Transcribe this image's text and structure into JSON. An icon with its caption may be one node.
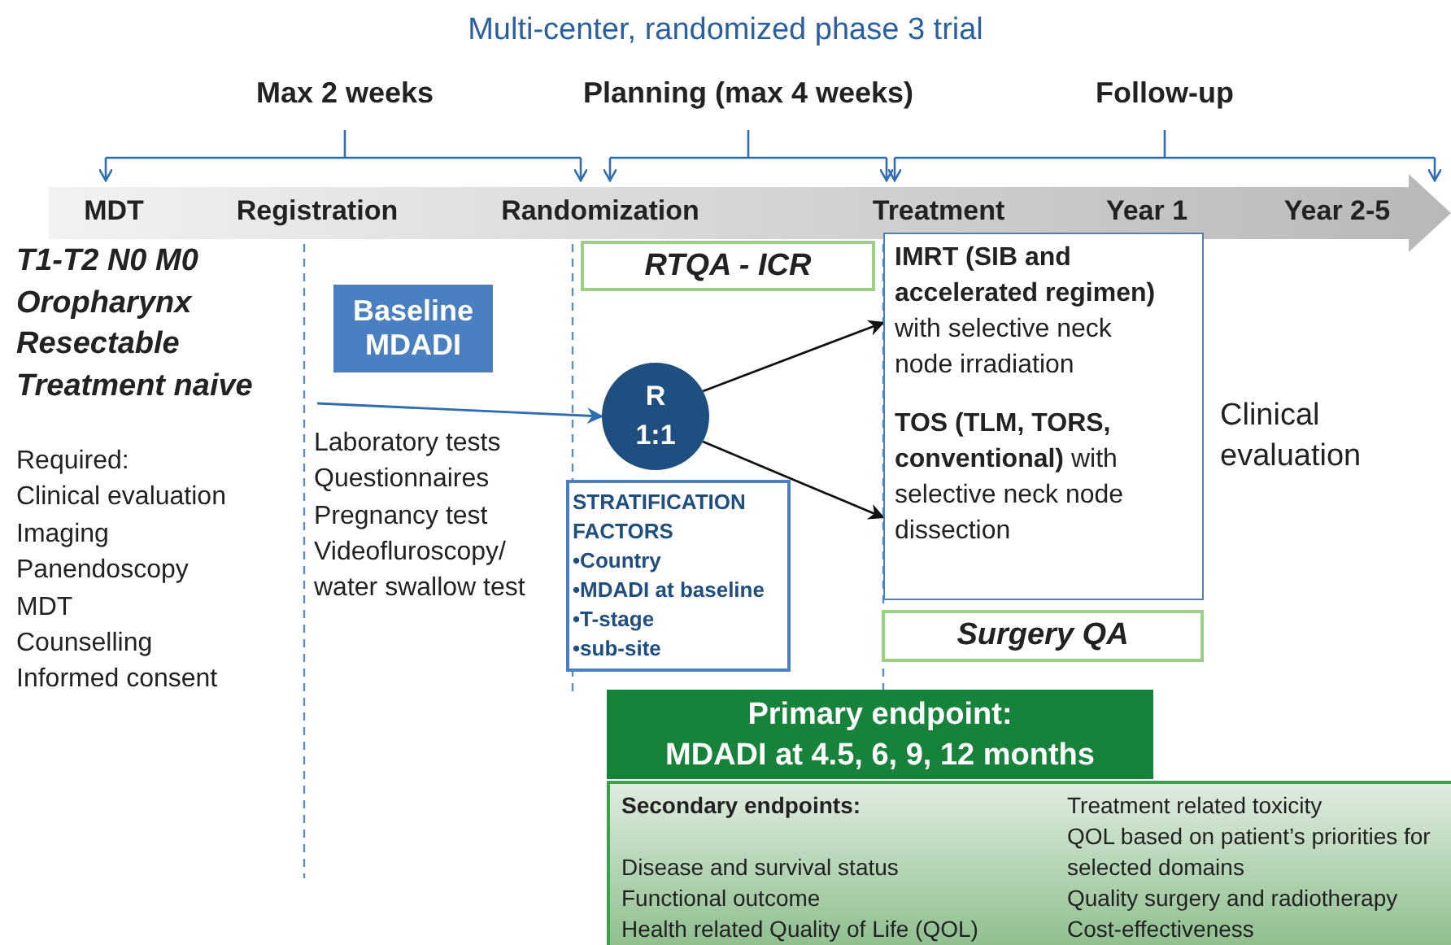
{
  "diagram": {
    "title": "Multi-center, randomized phase 3 trial",
    "nodes": [
      {
        "text": [
          "Baseline MDADI"
        ]
      },
      {
        "text": [
          "R 1:1"
        ]
      },
      {
        "text": [
          "STRATIFICATION FACTORS",
          "•Country",
          "•MDADI at baseline",
          "•T-stage",
          "•sub-site"
        ]
      },
      {
        "text": [
          "RTQA - ICR"
        ]
      },
      {
        "text": [
          "**IMRT (SIB and accelerated regimen)** with selective neck node irradiation",
          "**TOS (TLM, TORS, conventional)** with selective neck node dissection"
        ]
      },
      {
        "text": [
          "Surgery QA"
        ]
      },
      {
        "text": [
          "Primary endpoint:",
          "MDADI at 4.5, 6, 9, 12 months"
        ]
      },
      {
        "text": [
          "Secondary endpoints:",
          "Disease and survival status",
          "Functional outcome",
          "Health related Quality of Life (QOL)",
          "Treatment related toxicity",
          "QOL based on patient’s priorities for selected domains",
          "Quality surgery and radiotherapy",
          "Cost-effectiveness"
        ]
      }
    ],
    "edges": [
      {
        "from": null,
        "to": 1,
        "arrow": "to",
        "color": "#2e6db4"
      },
      {
        "from": 1,
        "to": 4,
        "arrow": "to"
      },
      {
        "from": 1,
        "to": 4,
        "arrow": "to"
      }
    ],
    "labels": [
      "Max 2 weeks",
      "Planning (max 4 weeks)",
      "Follow-up",
      "MDT",
      "Registration",
      "Randomization",
      "Treatment",
      "Year 1",
      "Year 2-5",
      "T1-T2 N0 M0",
      "Oropharynx",
      "Resectable",
      "Treatment naive",
      "Required:",
      "Clinical evaluation",
      "Imaging",
      "Panendoscopy",
      "MDT",
      "Counselling",
      "Informed consent",
      "Laboratory tests",
      "Questionnaires",
      "Pregnancy test",
      "Videofluroscopy/ water swallow test",
      "Clinical evaluation"
    ]
  }
}
